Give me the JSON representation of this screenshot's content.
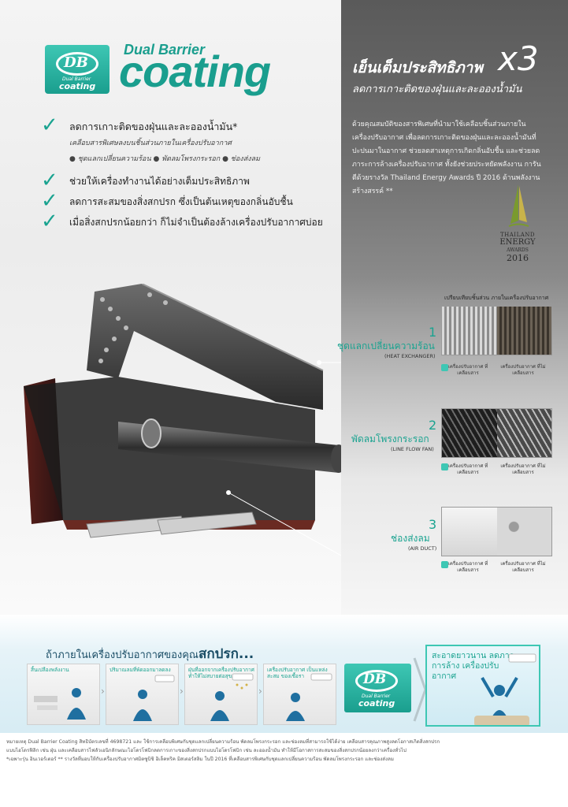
{
  "logo": {
    "monogram": "DB",
    "badge_small": "Dual Barrier",
    "badge_big": "coating",
    "wordmark_small": "Dual Barrier",
    "wordmark_big": "coating"
  },
  "right_header": {
    "title": "เย็นเต็มประสิทธิภาพ",
    "multiplier": "x3",
    "subtitle": "ลดการเกาะติดของฝุ่นและละอองน้ำมัน",
    "body": "ด้วยคุณสมบัติของสารพิเศษที่นำมาใช้เคลือบชิ้นส่วนภายในเครื่องปรับอากาศ เพื่อลดการเกาะติดของฝุ่นและละอองน้ำมันที่ปะปนมาในอากาศ ช่วยลดสาเหตุการเกิดกลิ่นอับชื้น และช่วยลดภาระการล้างเครื่องปรับอากาศ ทั้งยังช่วยประหยัดพลังงาน การันตีด้วยรางวัล Thailand Energy Awards ปี 2016 ด้านพลังงานสร้างสรรค์ **"
  },
  "award": {
    "line1": "THAILAND",
    "line2": "ENERGY",
    "line3": "AWARDS",
    "line4": "2016"
  },
  "checklist": [
    {
      "text": "ลดการเกาะติดของฝุ่นและละอองน้ำมัน*",
      "sub": "เคลือบสารพิเศษลงบนชิ้นส่วนภายในเครื่องปรับอากาศ",
      "sub2": "● ชุดแลกเปลี่ยนความร้อน  ● พัดลมโพรงกระรอก  ● ช่องส่งลม"
    },
    {
      "text": "ช่วยให้เครื่องทำงานได้อย่างเต็มประสิทธิภาพ"
    },
    {
      "text": "ลดการสะสมของสิ่งสกปรก ซึ่งเป็นต้นเหตุของกลิ่นอับชื้น"
    },
    {
      "text": "เมื่อสิ่งสกปรกน้อยกว่า ก็ไม่จำเป็นต้องล้างเครื่องปรับอากาศบ่อย"
    }
  ],
  "compare_title": "เปรียบเทียบชิ้นส่วน ภายในเครื่องปรับอากาศ",
  "callouts": [
    {
      "num": "1",
      "th": "ชุดแลกเปลี่ยนความร้อน",
      "en": "(HEAT EXCHANGER)"
    },
    {
      "num": "2",
      "th": "พัดลมโพรงกระรอก",
      "en": "(LINE FLOW FAN)"
    },
    {
      "num": "3",
      "th": "ช่องส่งลม",
      "en": "(AIR DUCT)"
    }
  ],
  "captions": {
    "coated": "เครื่องปรับอากาศ ที่เคลือบสาร",
    "uncoated": "เครื่องปรับอากาศ ที่ไม่เคลือบสาร"
  },
  "bottom": {
    "title_prefix": "ถ้าภายในเครื่องปรับอากาศของคุณ",
    "title_bold": "สกปรก...",
    "panels": [
      "สิ้นเปลืองพลังงาน",
      "ปริมาณลมที่พัดออกมาลดลง",
      "ฝุ่นที่ออกจากเครื่องปรับอากาศ ทำให้ไม่สบายต่อสุขภาพ",
      "เครื่องปรับอากาศ เป็นแหล่งสะสม ของเชื้อรา"
    ],
    "result": "สะอาดยาวนาน ลดภาระการล้าง เครื่องปรับอากาศ"
  },
  "footer": {
    "line1": "หมายเหตุ Dual Barrier Coating สิทธิบัตรเลขที่ 4698721 และ ใช้การเคลือบพิเศษกับชุดแลกเปลี่ยนความร้อน พัดลมโพรงกระรอก และช่องลมที่สามารถใช้ได้ง่าย เคลือบสารคุณภาพสูงลดโอกาสเกิดสิ่งสกปรก",
    "line2": "แบบไฮโดรฟิลิก เช่น ฝุ่น และเคลือบสารไฟลัวเอนิกลักษณะไฮโดรโฟบิกลดการเกาะของสิ่งสกปรกแบบไฮโดรโฟบิก เช่น ละอองน้ำมัน ทำให้มีโอกาสการสะสมของสิ่งสกปรกน้อยลงกว่าเครื่องทั่วไป",
    "line3": "*เฉพาะรุ่น อินเวอร์เตอร์ ** รางวัลที่มอบให้กับเครื่องปรับอากาศมิตซูบิชิ อิเล็คทริค มิสเตอร์สลิม ในปี 2016 ที่เคลือบสารพิเศษกับชุดแลกเปลี่ยนความร้อน พัดลมโพรงกระรอก และช่องส่งลม"
  },
  "colors": {
    "teal": "#1aa390",
    "teal_light": "#3ec7b4",
    "navy": "#1a4d66"
  }
}
